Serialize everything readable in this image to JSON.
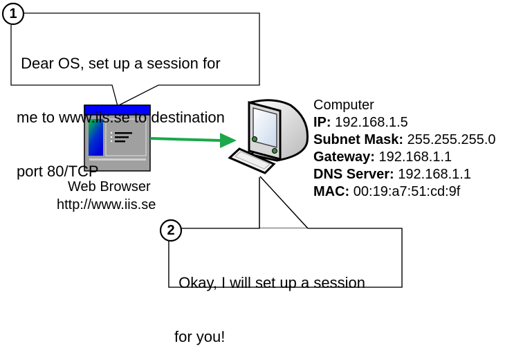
{
  "callout1": {
    "number": "1",
    "lines": [
      " Dear OS, set up a session for",
      "me to www.iis.se to destination",
      "port 80/TCP"
    ]
  },
  "callout2": {
    "number": "2",
    "lines": [
      " Okay, I will set up a session",
      "for you!"
    ]
  },
  "browser": {
    "icon": "web-browser-window-icon",
    "title": "Web Browser",
    "url": "http://www.iis.se"
  },
  "computer": {
    "icon": "desktop-computer-icon",
    "title": "Computer",
    "fields": [
      {
        "label": "IP:",
        "value": "192.168.1.5"
      },
      {
        "label": "Subnet Mask:",
        "value": "255.255.255.0"
      },
      {
        "label": "Gateway:",
        "value": "192.168.1.1"
      },
      {
        "label": "DNS Server:",
        "value": "192.168.1.1"
      },
      {
        "label": "MAC:",
        "value": "00:19:a7:51:cd:9f"
      }
    ]
  },
  "arrow": {
    "color": "#1aa84a",
    "direction": "browser-to-computer"
  },
  "colors": {
    "titlebar": "#0000ff",
    "window": "#a0a0a0"
  }
}
